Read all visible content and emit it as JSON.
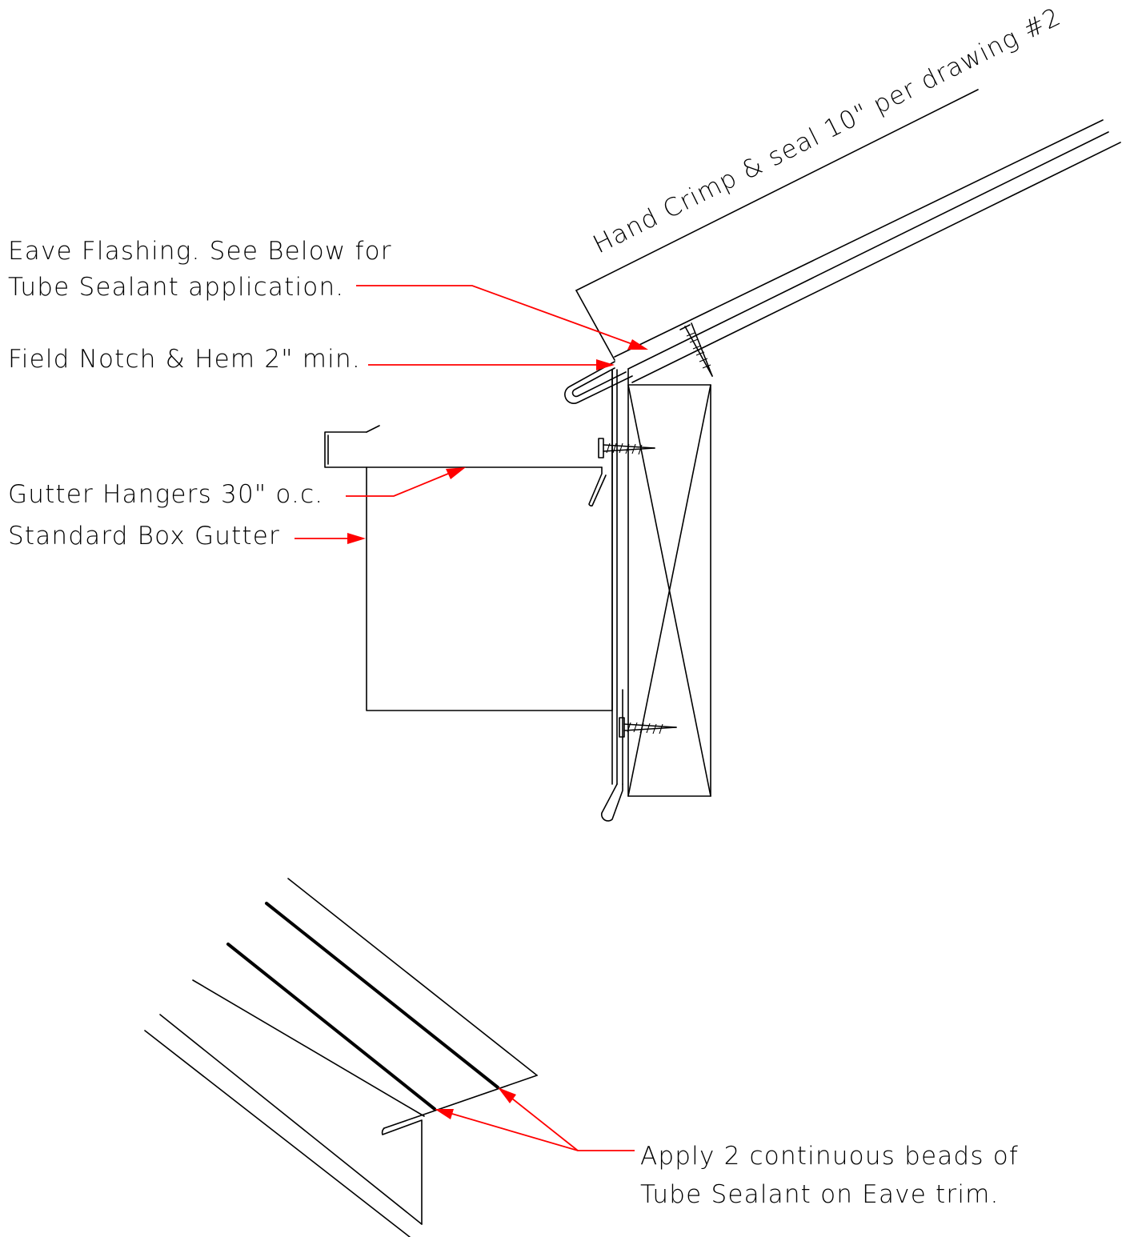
{
  "labels": {
    "eave_flashing_line1": "Eave Flashing. See Below for",
    "eave_flashing_line2": "Tube Sealant application.",
    "field_notch": "Field Notch & Hem 2\" min.",
    "gutter_hangers": "Gutter Hangers 30\" o.c.",
    "box_gutter": "Standard Box Gutter",
    "hand_crimp": "Hand Crimp & seal 10\" per drawing #2",
    "apply_beads_line1": "Apply 2 continuous beads of",
    "apply_beads_line2": "Tube Sealant on Eave trim."
  },
  "colors": {
    "linework": "#000000",
    "leaders": "#ff0000",
    "background": "#ffffff"
  }
}
